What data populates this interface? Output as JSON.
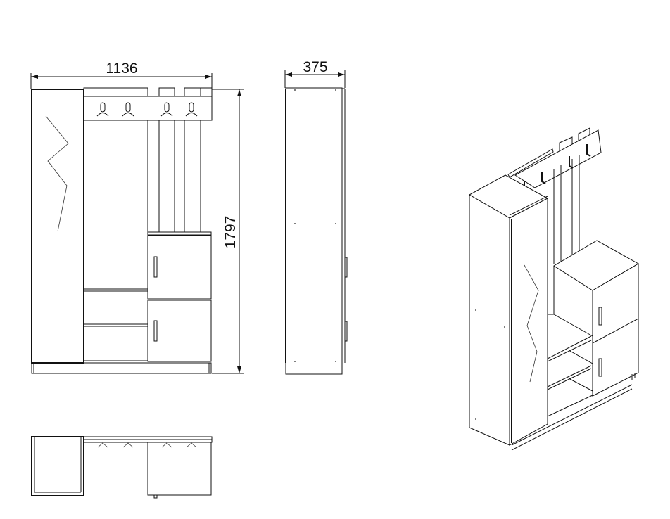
{
  "drawing": {
    "front_view": {
      "width_dimension": "1136",
      "height_dimension": "1797"
    },
    "side_view": {
      "depth_dimension": "375"
    },
    "top_view": {},
    "isometric_view": {},
    "line_color": "#111111",
    "background": "#ffffff"
  }
}
